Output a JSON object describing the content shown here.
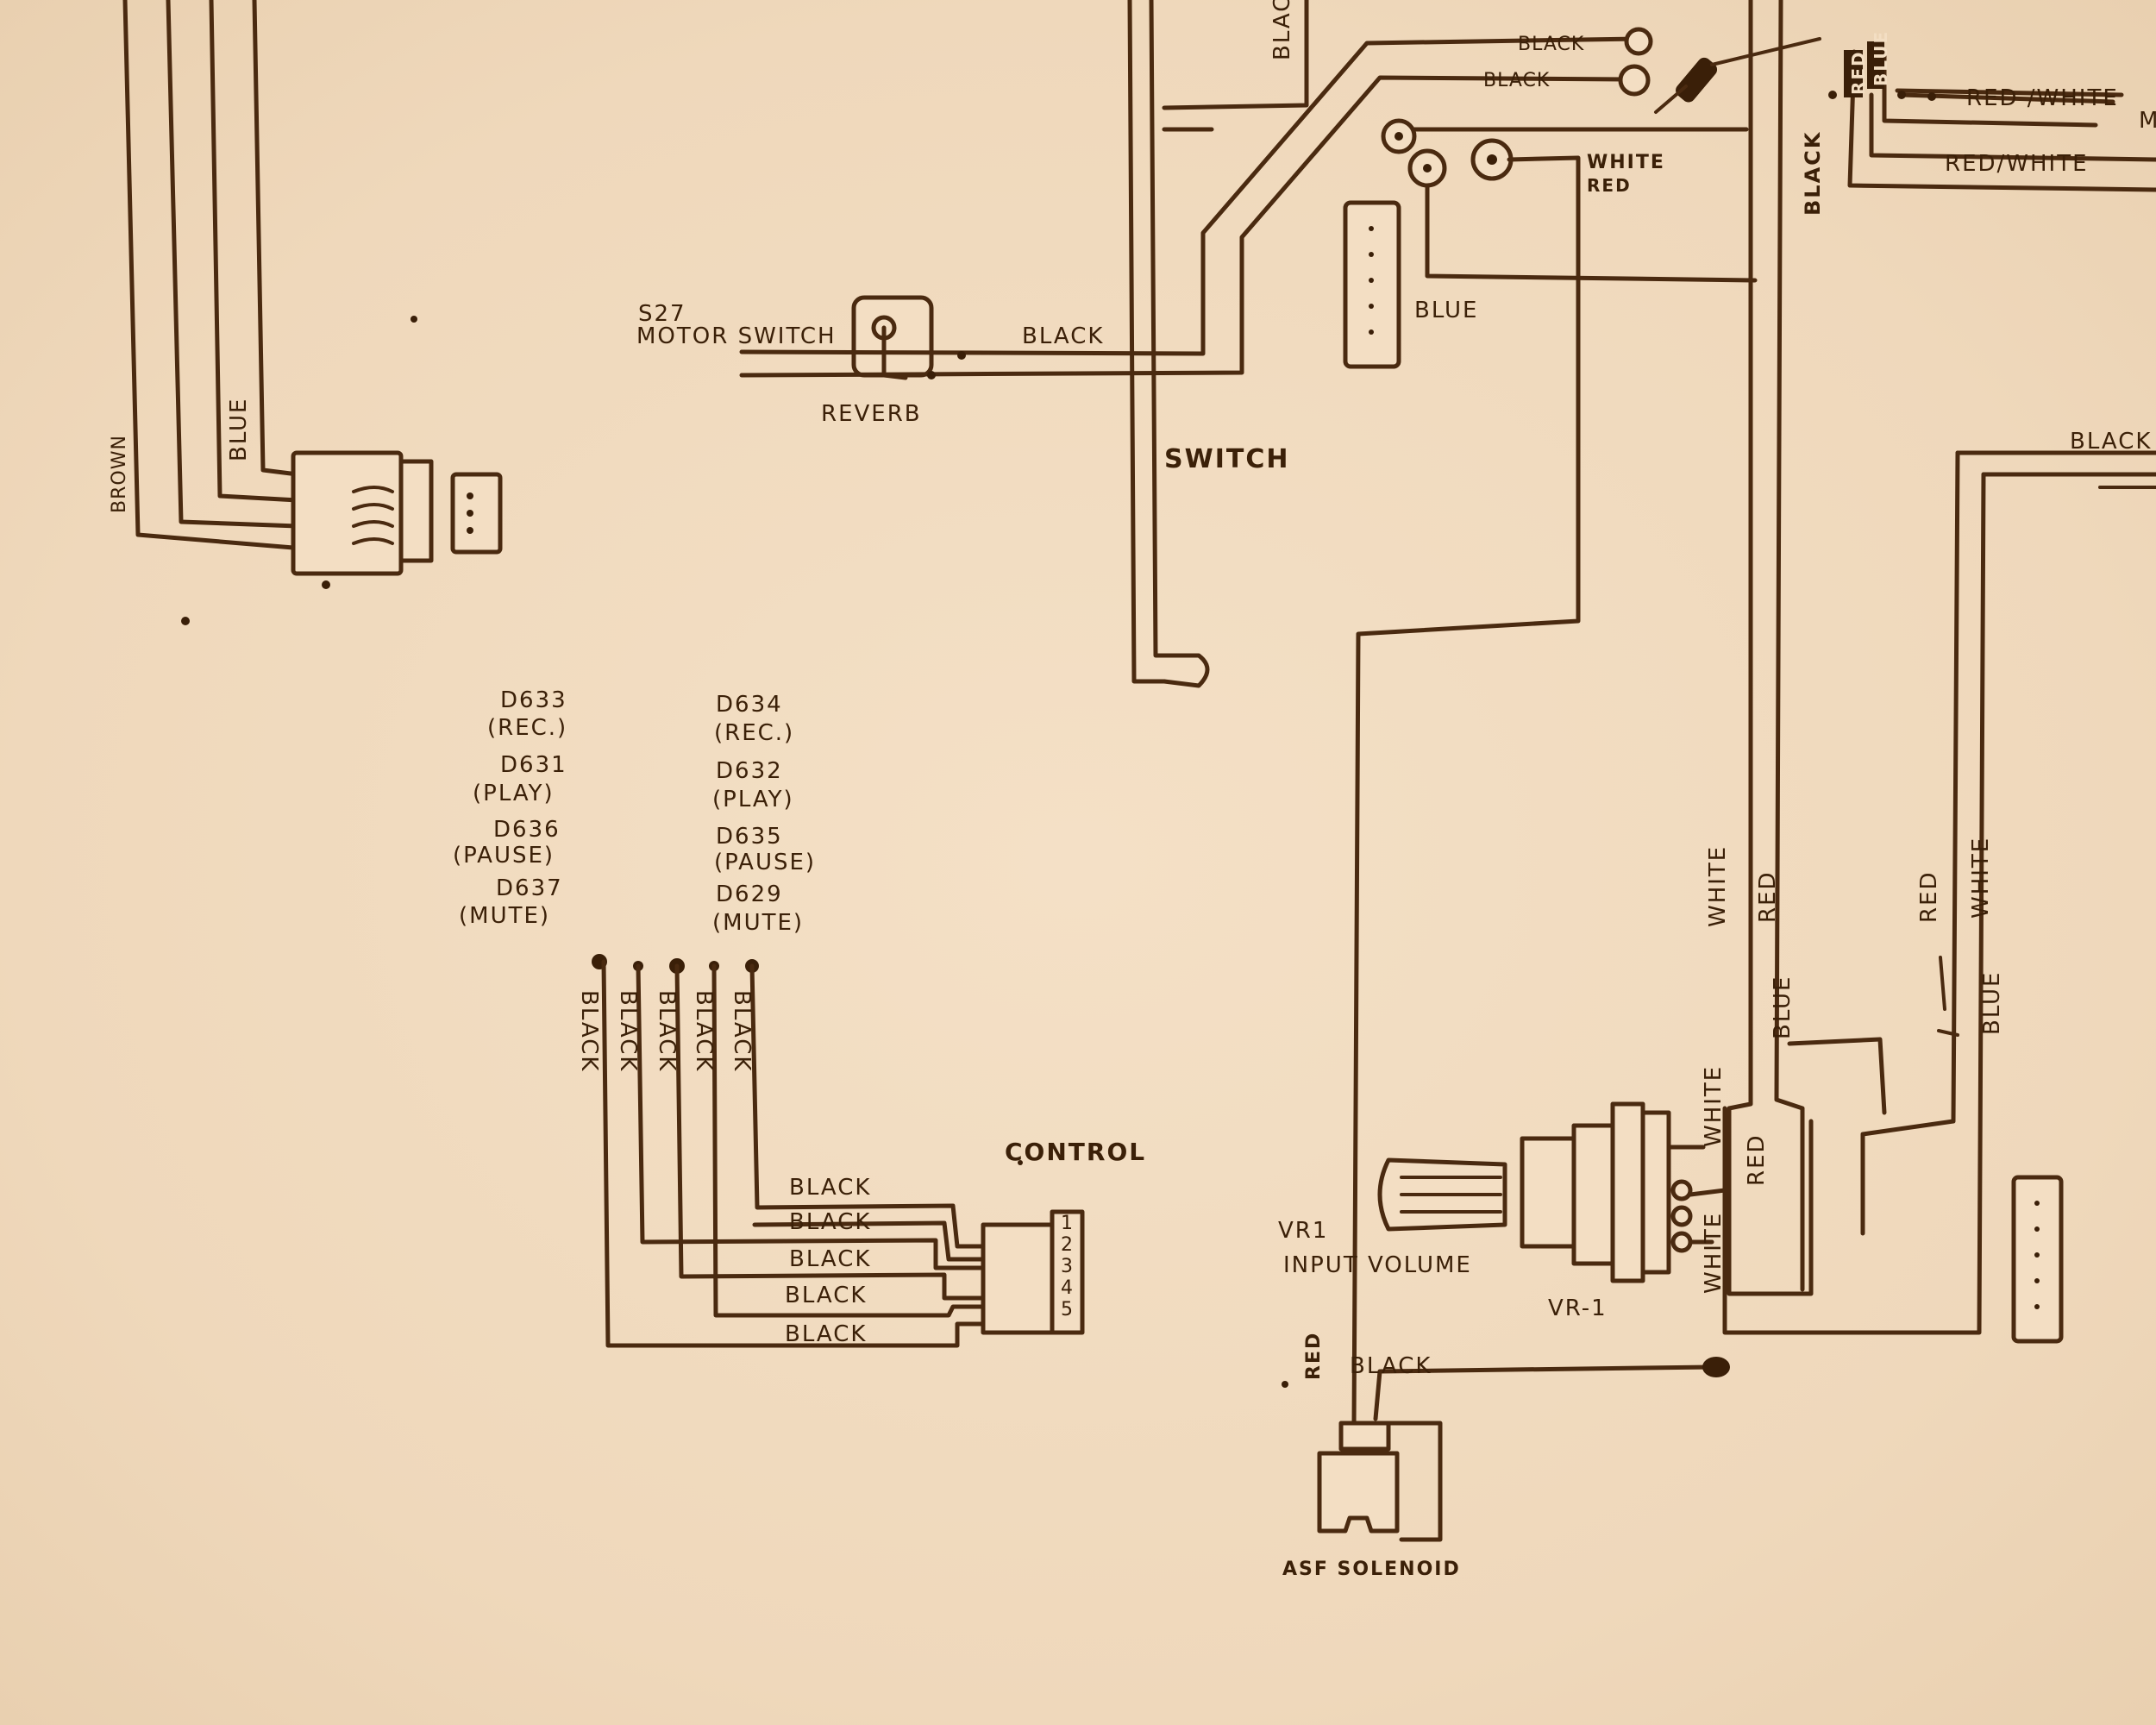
{
  "labels": {
    "brown": "BROWN",
    "blue_left": "BLUE",
    "black_top_vert": "BLAC",
    "black_top_1": "BLACK",
    "black_top_2": "BLACK",
    "white_red_top": "WHITE",
    "red_top_small": "RED",
    "red_white_1": "RED /WHITE",
    "red_white_2": "RED/WHITE",
    "m_cut": "M",
    "red_vert_top": "RED",
    "blue_vert_top": "BLUE",
    "black_vert_right": "BLACK",
    "blue_mid": "BLUE",
    "s27": "S27",
    "motor_switch": "MOTOR SWITCH",
    "reverb": "REVERB",
    "black_motor": "BLACK",
    "switch": "SWITCH",
    "black_right_top": "BLACK",
    "d633": "D633",
    "rec_1": "(REC.)",
    "d631": "D631",
    "play_1": "(PLAY)",
    "d636": "D636",
    "pause_1": "(PAUSE)",
    "d637": "D637",
    "mute_1": "(MUTE)",
    "d634": "D634",
    "rec_2": "(REC.)",
    "d632": "D632",
    "play_2": "(PLAY)",
    "d635": "D635",
    "pause_2": "(PAUSE)",
    "d629": "D629",
    "mute_2": "(MUTE)",
    "black_v1": "BLACK",
    "black_v2": "BLACK",
    "black_v3": "BLACK",
    "black_v4": "BLACK",
    "black_v5": "BLACK",
    "control": "CONTROL",
    "black_h1": "BLACK",
    "black_h2": "BLACK",
    "black_h3": "BLACK",
    "black_h4": "BLACK",
    "black_h5": "BLACK",
    "pin_1": "1",
    "pin_2": "2",
    "pin_3": "3",
    "pin_4": "4",
    "pin_5": "5",
    "vr1": "VR1",
    "input_volume": "INPUT VOLUME",
    "vr_1": "VR-1",
    "white_r1": "WHITE",
    "red_r1": "RED",
    "blue_r1": "BLUE",
    "red_r2": "RED",
    "white_r2": "WHITE",
    "blue_r2": "BLUE",
    "white_r3": "WHITE",
    "red_r3": "RED",
    "white_r4": "WHITE",
    "red_bottom": "RED",
    "black_bottom": "BLACK",
    "asf_solenoid": "ASF SOLENOID"
  }
}
